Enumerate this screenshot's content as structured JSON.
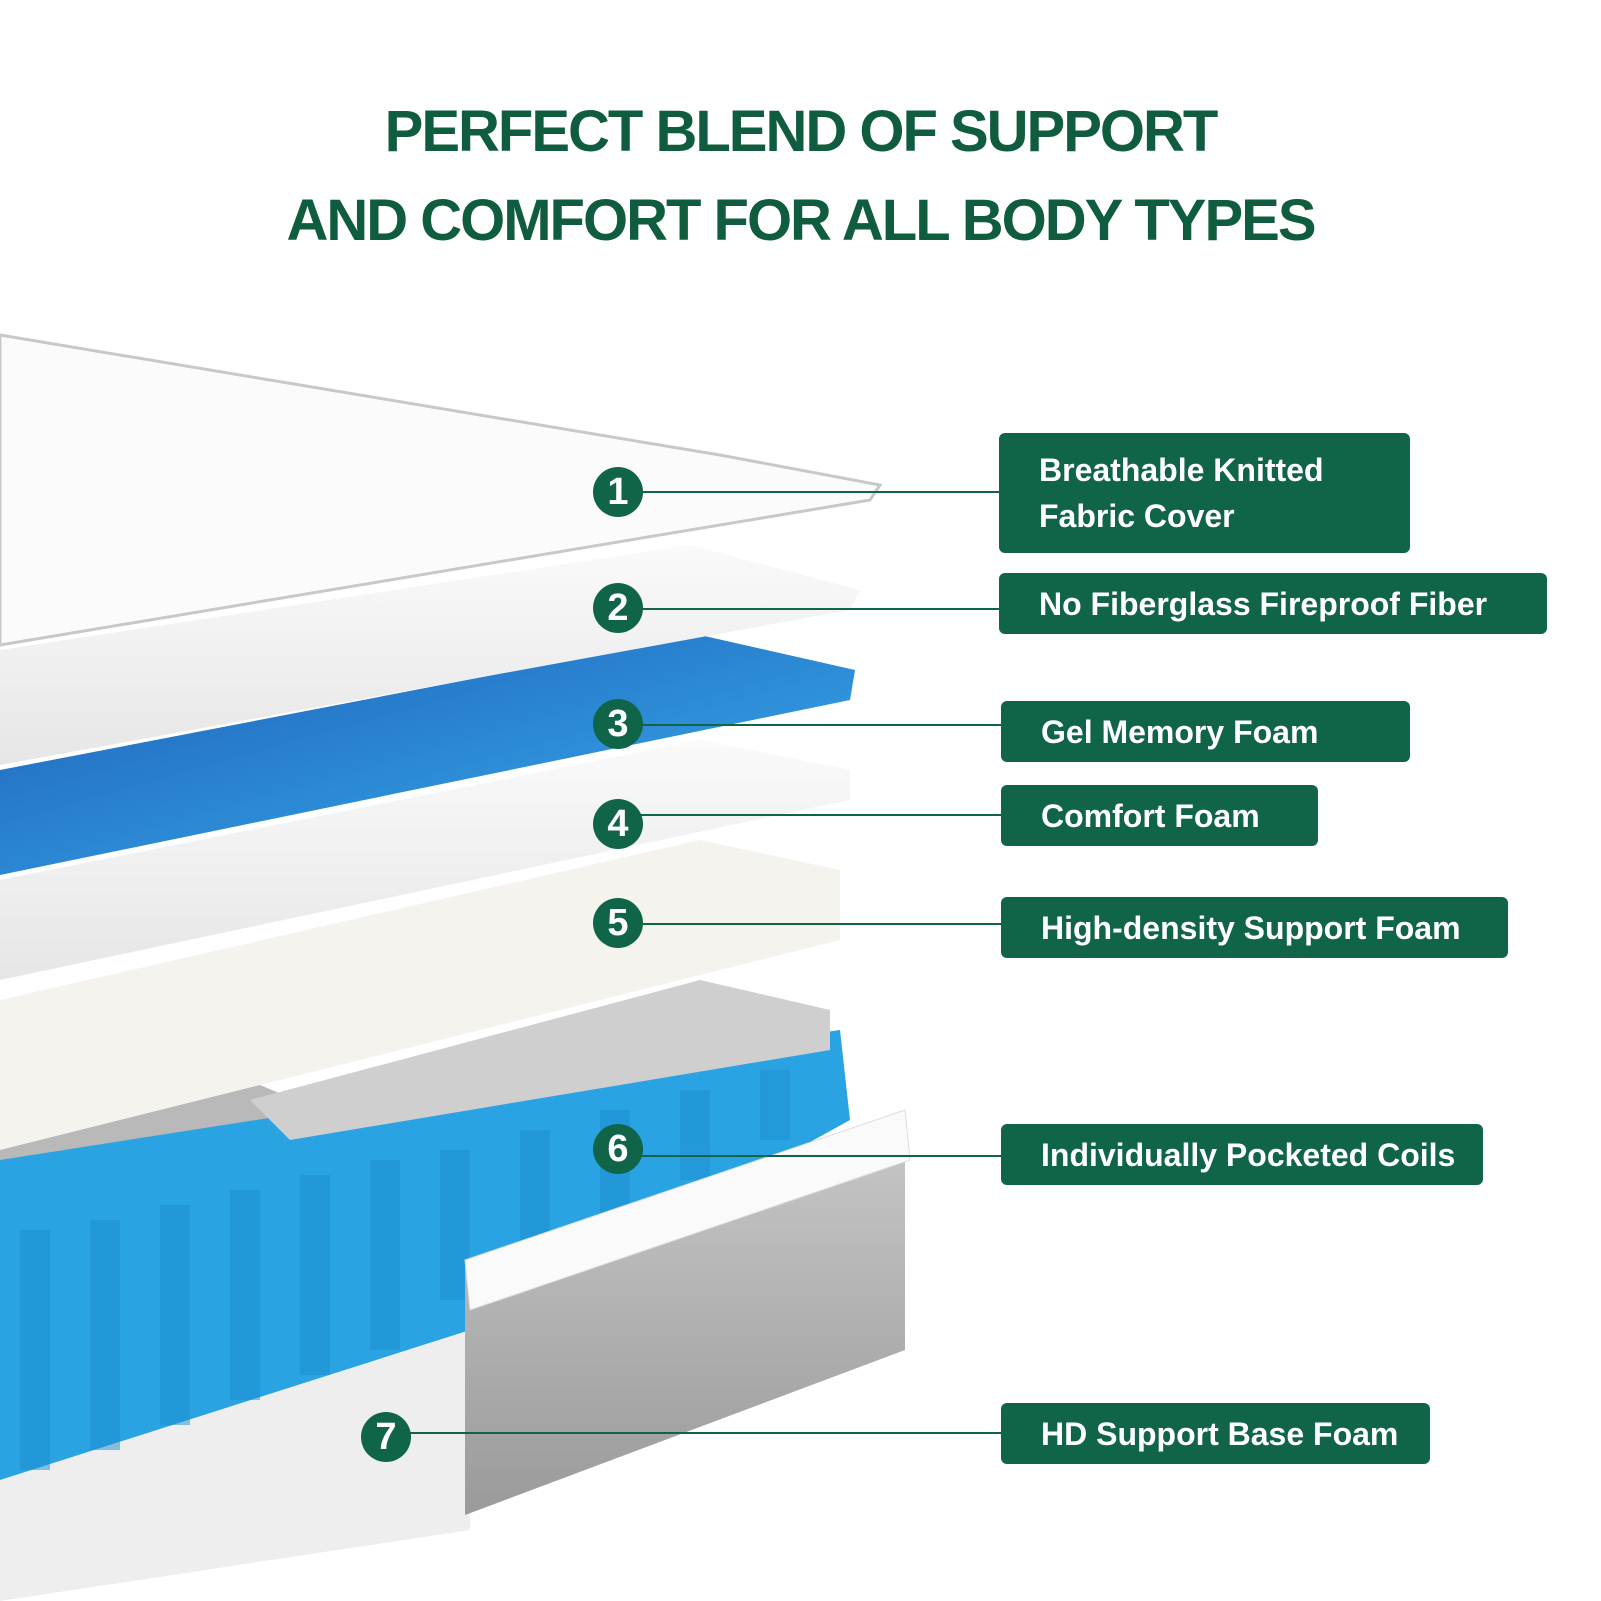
{
  "title": {
    "line1": "PERFECT BLEND OF SUPPORT",
    "line2": "AND COMFORT FOR ALL BODY TYPES"
  },
  "colors": {
    "brand_green": "#106548",
    "gel_blue": "#2a8fe0",
    "coil_blue": "#29a3e3"
  },
  "layers": [
    {
      "number": "1",
      "label": "Breathable Knitted Fabric Cover"
    },
    {
      "number": "2",
      "label": "No Fiberglass Fireproof Fiber"
    },
    {
      "number": "3",
      "label": "Gel Memory Foam"
    },
    {
      "number": "4",
      "label": "Comfort Foam"
    },
    {
      "number": "5",
      "label": "High-density Support Foam"
    },
    {
      "number": "6",
      "label": "Individually Pocketed Coils"
    },
    {
      "number": "7",
      "label": "HD Support Base Foam"
    }
  ]
}
